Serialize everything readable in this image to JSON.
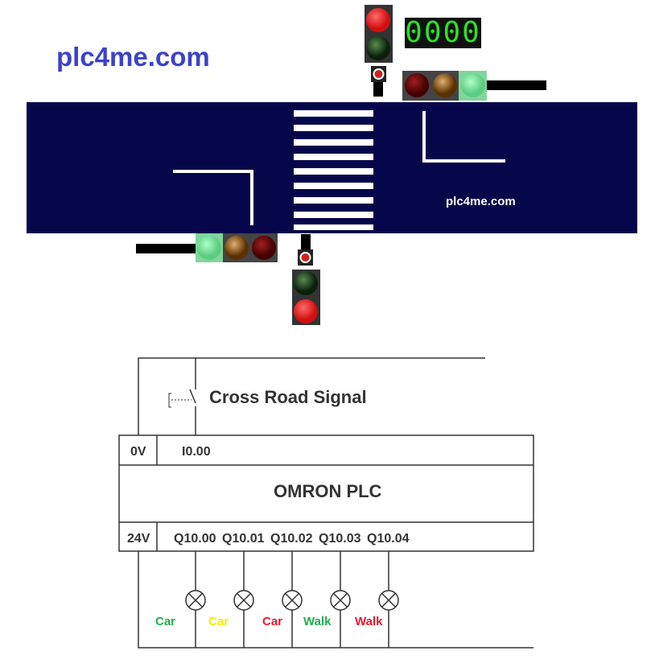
{
  "brand": "plc4me.com",
  "road_brand": "plc4me.com",
  "counter": "0000",
  "colors": {
    "road": "#06064a",
    "brand": "#3b43c8",
    "green": "#1eb04a",
    "yellow": "#f2f200",
    "red": "#e8192c"
  },
  "diagram": {
    "switch_label": "Cross Road Signal",
    "plc_name": "OMRON PLC",
    "input_common": "0V",
    "input": "I0.00",
    "output_common": "24V",
    "outputs": [
      {
        "addr": "Q10.00",
        "label": "Car",
        "color": "#1eb04a"
      },
      {
        "addr": "Q10.01",
        "label": "Car",
        "color": "#f2f200"
      },
      {
        "addr": "Q10.02",
        "label": "Car",
        "color": "#e8192c"
      },
      {
        "addr": "Q10.03",
        "label": "Walk",
        "color": "#1eb04a"
      },
      {
        "addr": "Q10.04",
        "label": "Walk",
        "color": "#e8192c"
      }
    ]
  }
}
